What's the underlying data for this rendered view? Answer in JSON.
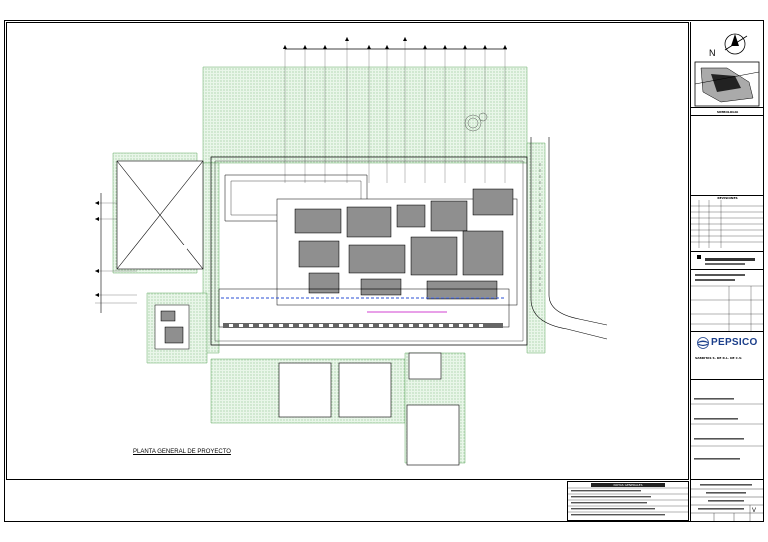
{
  "drawing": {
    "plan_title": "PLANTA GENERAL DE PROYECTO"
  },
  "titleblock": {
    "key_map_label": "SIMBOLOGIA",
    "revisions_label": "REVISIONES",
    "company_logo_text": "PEPSICO",
    "company_name": "SABRITAS S. DE R.L. DE C.V."
  },
  "notes": {
    "header": "NOTAS GENERALES"
  },
  "colors": {
    "line": "#000000",
    "green_hatch": "#8fcf8f",
    "blue_axis": "#2a4fd6",
    "magenta": "#c000c0",
    "pepsico_blue": "#1b3e8a"
  }
}
